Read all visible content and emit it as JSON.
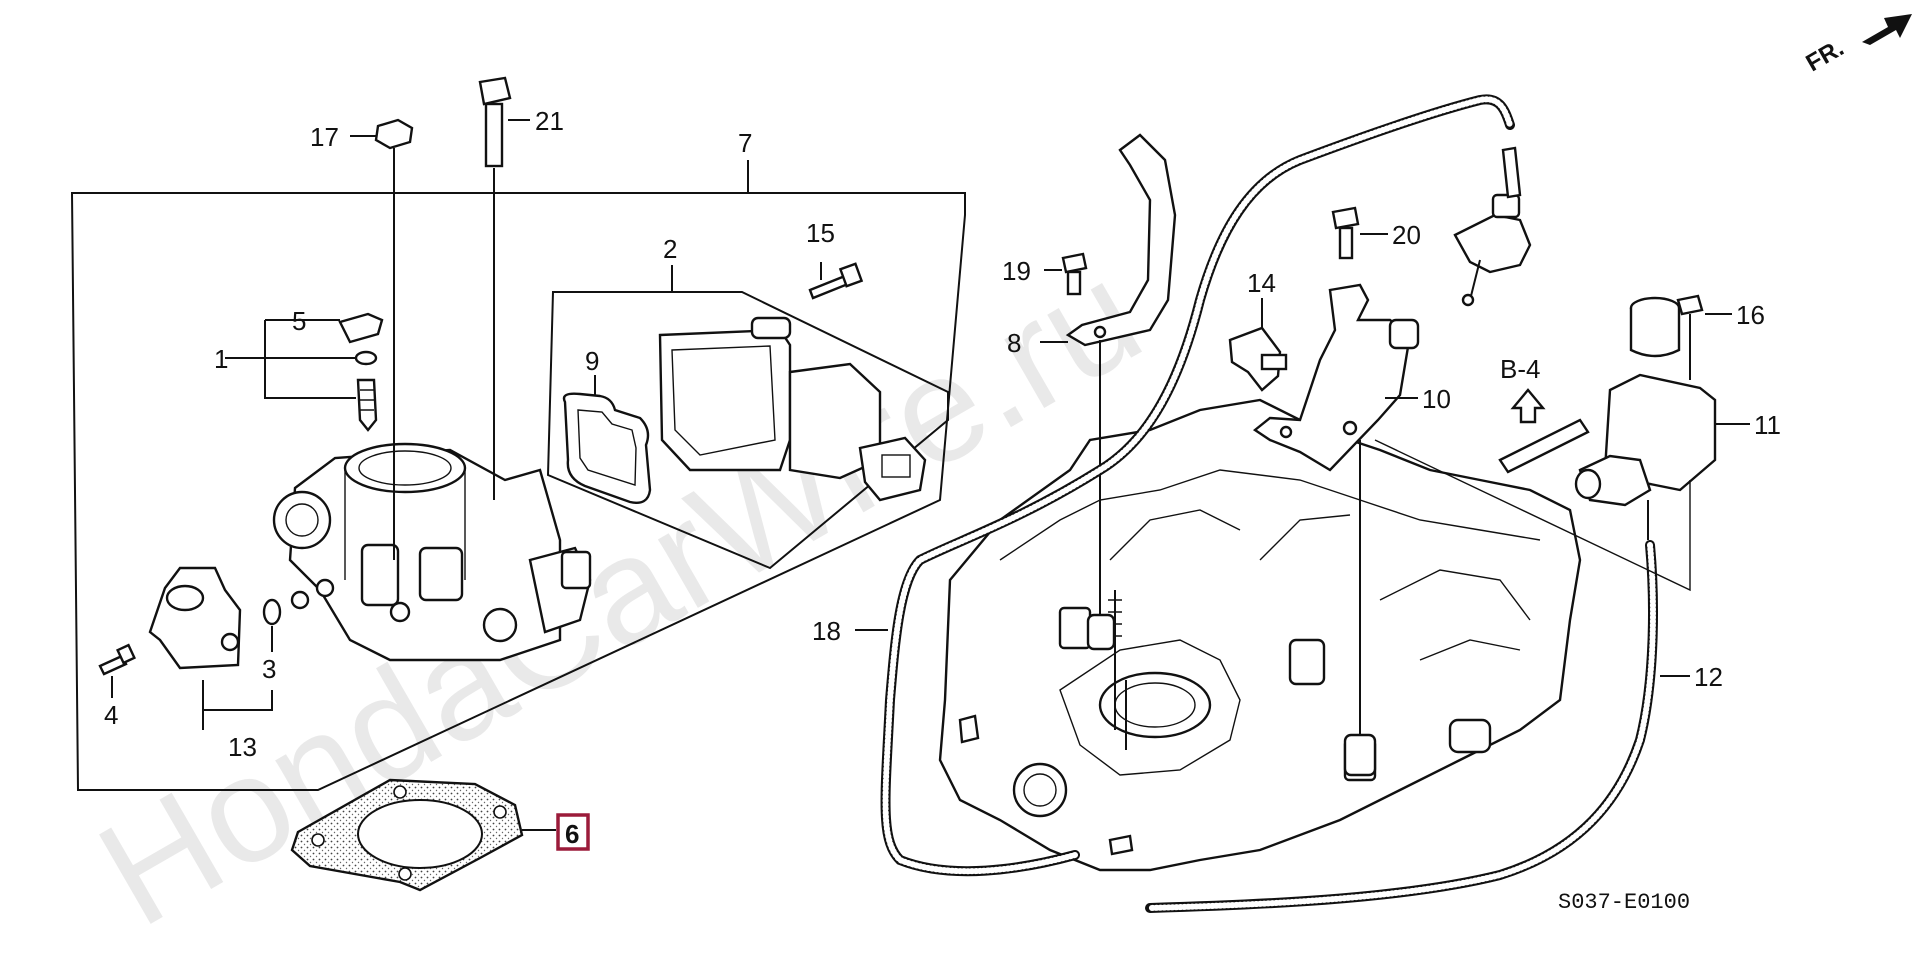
{
  "watermark": "HondaCarWire.ru",
  "direction_label": "FR.",
  "reference": {
    "label": "B-4"
  },
  "diagram_code": "S037-E0100",
  "highlight_color": "#9b1b3a",
  "callouts": {
    "c1": "1",
    "c2": "2",
    "c3": "3",
    "c4": "4",
    "c5": "5",
    "c6": "6",
    "c7": "7",
    "c8": "8",
    "c9": "9",
    "c10": "10",
    "c11": "11",
    "c12": "12",
    "c13": "13",
    "c14": "14",
    "c15": "15",
    "c16": "16",
    "c17": "17",
    "c18": "18",
    "c19": "19",
    "c20": "20",
    "c21": "21"
  }
}
